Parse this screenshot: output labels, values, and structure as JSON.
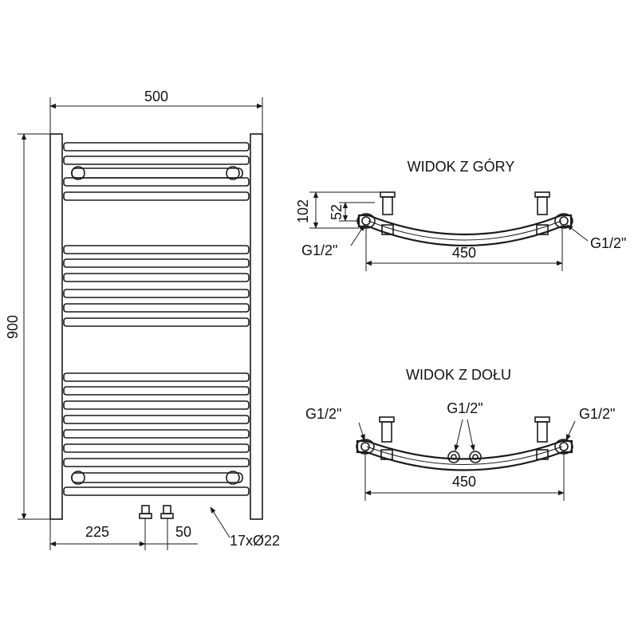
{
  "front_view": {
    "width_label": "500",
    "height_label": "900",
    "left_offset_label": "225",
    "pipe_spacing_label": "50",
    "tube_spec_label": "17xØ22"
  },
  "top_view": {
    "title": "WIDOK Z GÓRY",
    "depth_label": "102",
    "connector_depth_label": "52",
    "connector_left_label": "G1/2\"",
    "connector_right_label": "G1/2\"",
    "spacing_label": "450"
  },
  "bottom_view": {
    "title": "WIDOK Z DOŁU",
    "connector_left_label": "G1/2\"",
    "connector_center_label": "G1/2\"",
    "connector_right_label": "G1/2\"",
    "spacing_label": "450"
  },
  "colors": {
    "ink": "#1a1a1a",
    "background": "#ffffff"
  }
}
